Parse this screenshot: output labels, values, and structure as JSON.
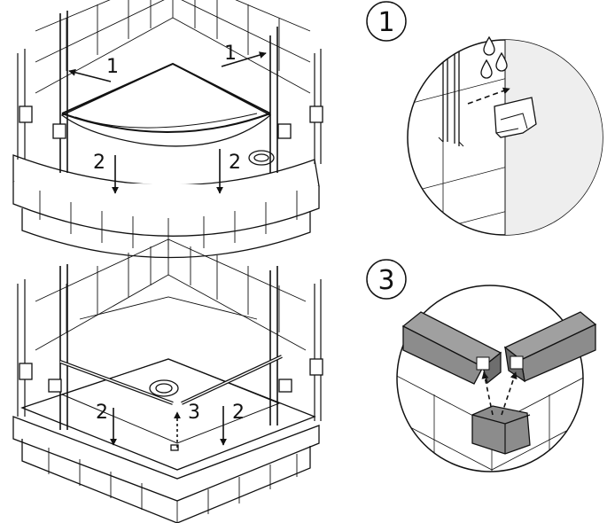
{
  "steps": {
    "top_left": {
      "arrow_labels": [
        "1",
        "1",
        "2",
        "2"
      ]
    },
    "bottom_left": {
      "arrow_labels": [
        "2",
        "3",
        "2"
      ]
    },
    "detail_one": {
      "badge": "1"
    },
    "detail_three": {
      "badge": "3"
    }
  },
  "colors": {
    "line": "#111111",
    "grey_profile": "#8c8c8c",
    "grey_dark": "#6e6e6e",
    "panel_glass": "#eeeeee"
  },
  "icons": [
    "water-drop-icon",
    "arrow-icon"
  ]
}
